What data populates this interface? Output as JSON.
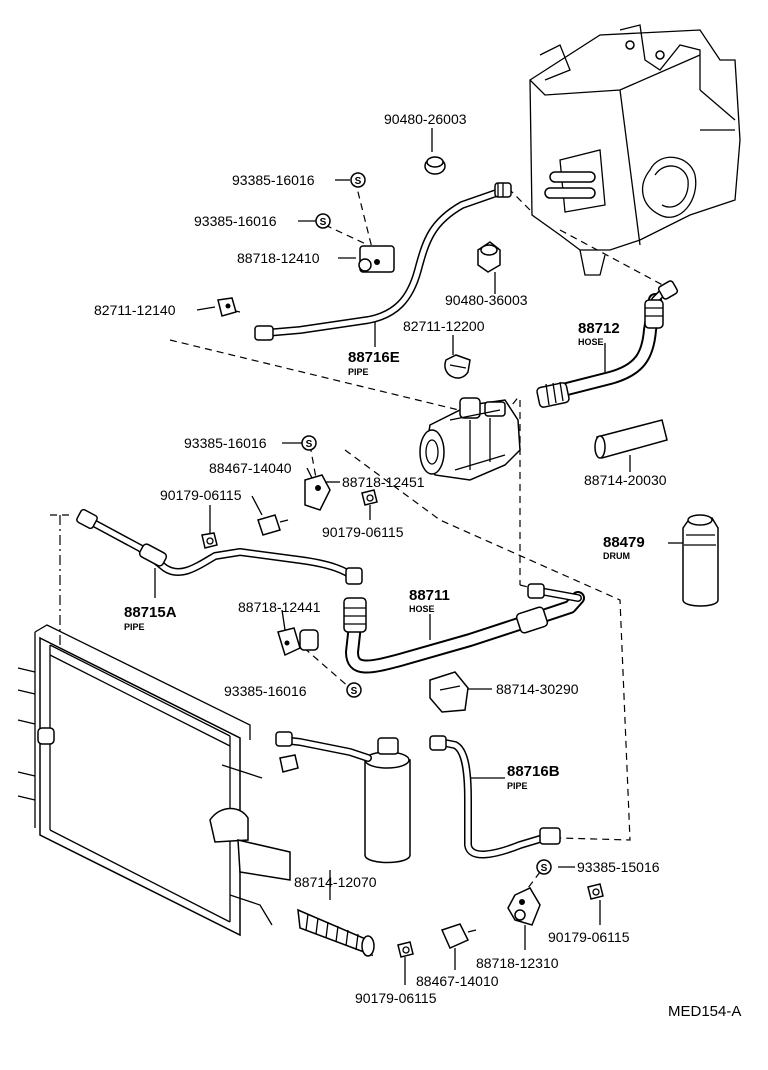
{
  "drawing_code": "MED154-A",
  "callouts": {
    "c_90480_26003": "90480-26003",
    "c_93385_16016_a": "93385-16016",
    "c_93385_16016_b": "93385-16016",
    "c_88718_12410": "88718-12410",
    "c_82711_12140": "82711-12140",
    "c_90480_36003": "90480-36003",
    "c_82711_12200": "82711-12200",
    "c_88716E": "88716E",
    "c_88716E_sub": "PIPE",
    "c_88712": "88712",
    "c_88712_sub": "HOSE",
    "c_93385_16016_c": "93385-16016",
    "c_88467_14040": "88467-14040",
    "c_88718_12451": "88718-12451",
    "c_90179_06115_a": "90179-06115",
    "c_90179_06115_b": "90179-06115",
    "c_88714_20030": "88714-20030",
    "c_88479": "88479",
    "c_88479_sub": "DRUM",
    "c_88715A": "88715A",
    "c_88715A_sub": "PIPE",
    "c_88711": "88711",
    "c_88711_sub": "HOSE",
    "c_88718_12441": "88718-12441",
    "c_93385_16016_d": "93385-16016",
    "c_88714_30290": "88714-30290",
    "c_88716B": "88716B",
    "c_88716B_sub": "PIPE",
    "c_93385_15016": "93385-15016",
    "c_88714_12070": "88714-12070",
    "c_90179_06115_c": "90179-06115",
    "c_88718_12310": "88718-12310",
    "c_88467_14010": "88467-14010",
    "c_90179_06115_d": "90179-06115"
  },
  "symbols": {
    "s_mark": "S"
  }
}
